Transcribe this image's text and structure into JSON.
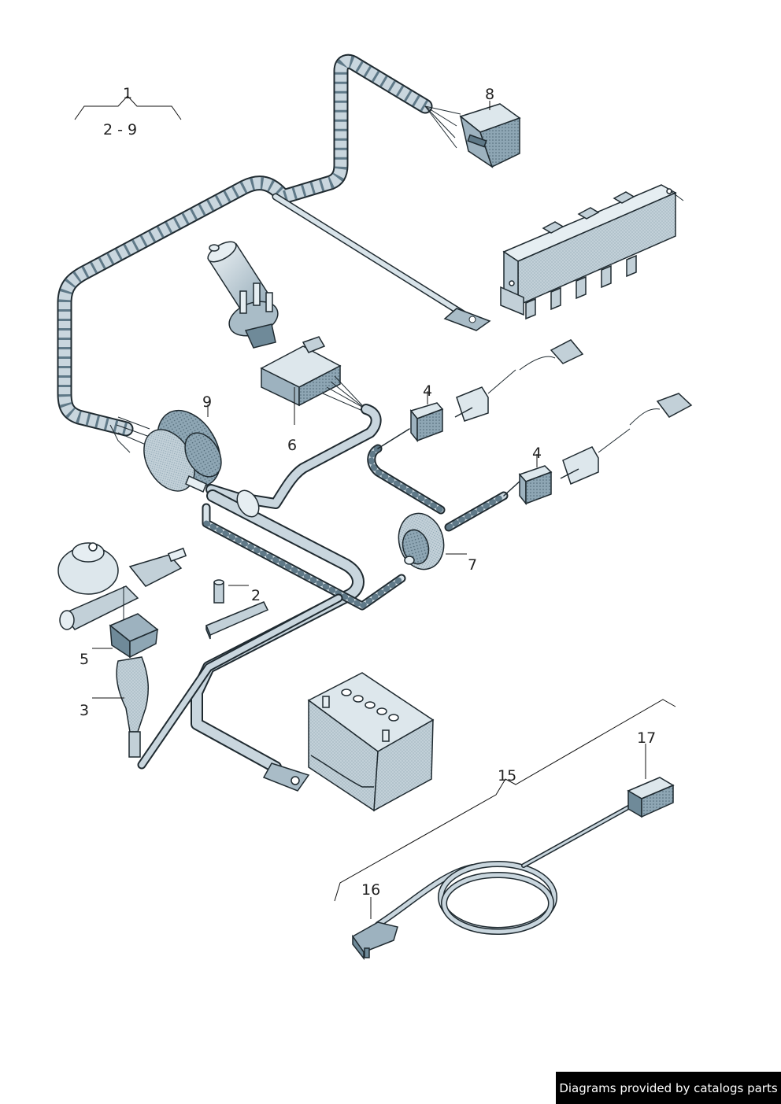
{
  "diagram": {
    "callouts": [
      {
        "id": "c1",
        "text": "1"
      },
      {
        "id": "c2-9",
        "text": "2 - 9"
      },
      {
        "id": "c8",
        "text": "8"
      },
      {
        "id": "c9",
        "text": "9"
      },
      {
        "id": "c6",
        "text": "6"
      },
      {
        "id": "c4a",
        "text": "4"
      },
      {
        "id": "c4b",
        "text": "4"
      },
      {
        "id": "c7",
        "text": "7"
      },
      {
        "id": "c2",
        "text": "2"
      },
      {
        "id": "c5",
        "text": "5"
      },
      {
        "id": "c3",
        "text": "3"
      },
      {
        "id": "c15",
        "text": "15"
      },
      {
        "id": "c17",
        "text": "17"
      },
      {
        "id": "c16",
        "text": "16"
      }
    ],
    "parts": [
      {
        "name": "wiring-harness",
        "ref": "1"
      },
      {
        "name": "clip",
        "ref": "2"
      },
      {
        "name": "sensor-connector-boot",
        "ref": "3"
      },
      {
        "name": "connector-housing",
        "ref": "4"
      },
      {
        "name": "brake-master-connector",
        "ref": "5"
      },
      {
        "name": "motor-connector",
        "ref": "6"
      },
      {
        "name": "grommet",
        "ref": "7"
      },
      {
        "name": "relay-plug-connector",
        "ref": "8"
      },
      {
        "name": "round-multi-connector",
        "ref": "9"
      },
      {
        "name": "adapter-cable",
        "ref": "15"
      },
      {
        "name": "plug-connector",
        "ref": "16"
      },
      {
        "name": "socket-connector",
        "ref": "17"
      }
    ]
  },
  "footer": {
    "credit": "Diagrams provided by catalogs parts"
  },
  "colors": {
    "part_fill": "#c9d6de",
    "part_dark": "#6f8a99",
    "part_light": "#e6eef2",
    "outline": "#1f2a30",
    "leader": "#111111"
  }
}
